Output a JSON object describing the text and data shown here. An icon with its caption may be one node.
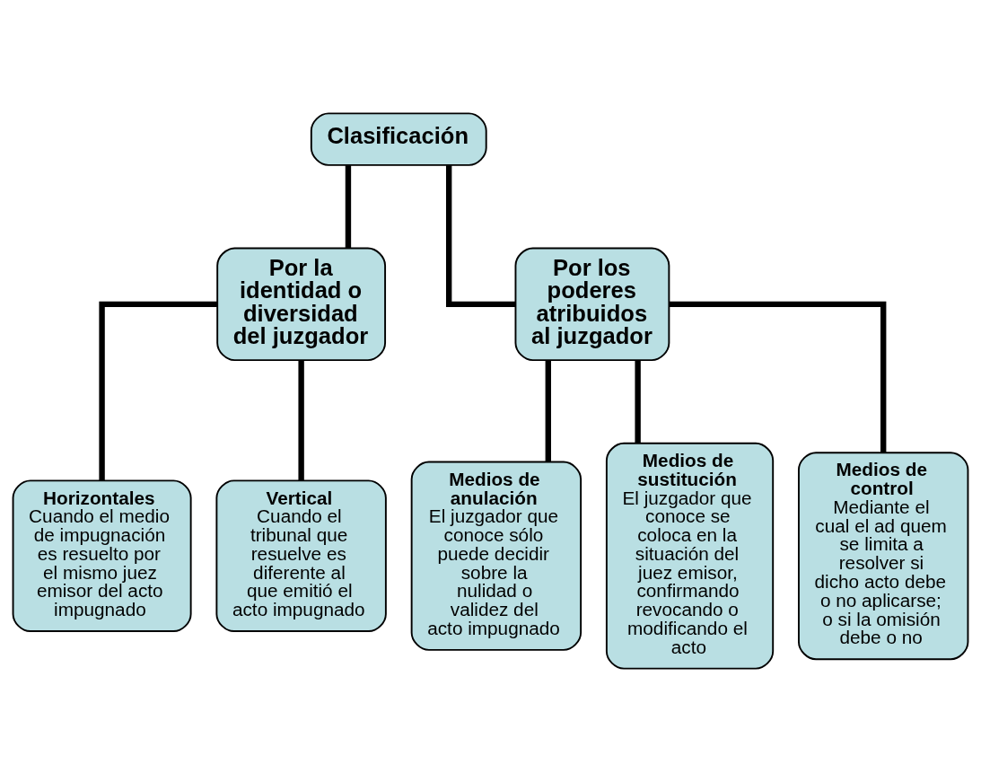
{
  "diagram": {
    "nodes": [
      {
        "text": [
          "Clasificación"
        ]
      },
      {
        "text": [
          "Por la identidad o diversidad del juzgador"
        ]
      },
      {
        "text": [
          "Por los poderes atribuidos al juzgador"
        ]
      },
      {
        "text": [
          "Horizontales",
          "Cuando el medio de impugnación es resuelto por el mismo juez emisor del acto impugnado"
        ]
      },
      {
        "text": [
          "Vertical",
          "Cuando el tribunal que resuelve es diferente al que emitió el acto impugnado"
        ]
      },
      {
        "text": [
          "Medios de anulación",
          "El juzgador que conoce sólo puede decidir sobre la nulidad o validez del acto impugnado"
        ]
      },
      {
        "text": [
          "Medios de sustitución",
          "El juzgador que conoce se coloca en la situación del juez emisor, confirmando revocando o modificando el acto"
        ]
      },
      {
        "text": [
          "Medios de control",
          "Mediante el cual el ad quem se limita a resolver si dicho acto debe o no aplicarse; o si la omisión debe o no"
        ]
      }
    ],
    "edges": [
      {
        "from": 0,
        "to": 1,
        "arrow": "none"
      },
      {
        "from": 0,
        "to": 2,
        "arrow": "none"
      },
      {
        "from": 1,
        "to": 3,
        "arrow": "none"
      },
      {
        "from": 1,
        "to": 4,
        "arrow": "none"
      },
      {
        "from": 2,
        "to": 5,
        "arrow": "none"
      },
      {
        "from": 2,
        "to": 6,
        "arrow": "none"
      },
      {
        "from": 2,
        "to": 7,
        "arrow": "none"
      }
    ]
  }
}
